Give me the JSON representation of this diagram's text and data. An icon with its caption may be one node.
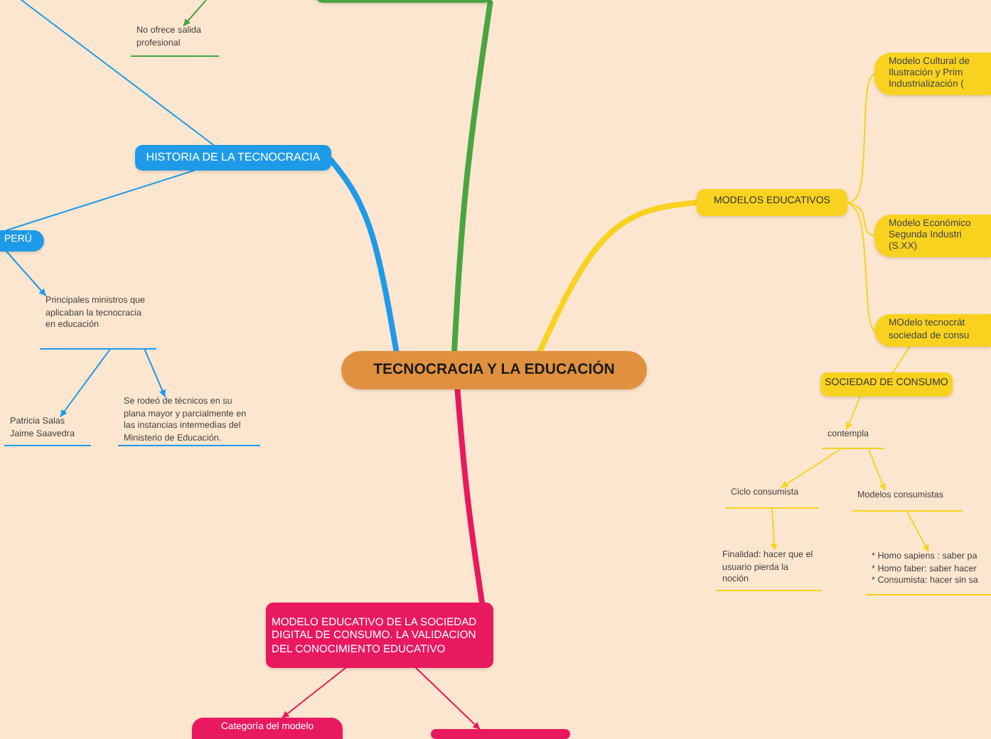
{
  "diagram": {
    "nodes": [
      {
        "text": [
          "TECNOCRACIA Y LA EDUCACIÓN"
        ]
      },
      {
        "text": [],
        "shape": "box"
      },
      {
        "text": [
          "No ofrece salida profesional"
        ]
      },
      {
        "text": [
          "HISTORIA DE LA TECNOCRACIA"
        ]
      },
      {
        "text": [
          "PERÚ"
        ]
      },
      {
        "text": [
          "Principales ministros que aplicaban la tecnocracia en educación"
        ]
      },
      {
        "text": [
          "Patricia Salas Jaime Saavedra"
        ]
      },
      {
        "text": [
          "Se rodeó de técnicos en su plana mayor y parcialmente en las instancias intermedias del Ministerio de Educación."
        ]
      },
      {
        "text": [
          "MODELOS EDUCATIVOS"
        ]
      },
      {
        "text": [
          "Modelo Cultural de Ilustración y Prim Industrialización ("
        ]
      },
      {
        "text": [
          "Modelo Económico Segunda Industri (S.XX)"
        ]
      },
      {
        "text": [
          "MOdelo tecnocrát sociedad de consu"
        ]
      },
      {
        "text": [
          "SOCIEDAD DE CONSUMO"
        ]
      },
      {
        "text": [
          "contempla"
        ]
      },
      {
        "text": [
          "Ciclo consumista"
        ]
      },
      {
        "text": [
          "Modelos consumistas"
        ]
      },
      {
        "text": [
          "Finalidad: hacer que el usuario pierda la noción"
        ]
      },
      {
        "text": [
          "* Homo sapiens : saber pa",
          "* Homo faber: saber hacer",
          "* Consumista: hacer sin sa"
        ]
      },
      {
        "text": [
          "MODELO EDUCATIVO DE LA SOCIEDAD DIGITAL DE CONSUMO. LA VALIDACION DEL CONOCIMIENTO EDUCATIVO"
        ]
      },
      {
        "text": [
          "Categoría del modelo"
        ]
      },
      {
        "text": [],
        "shape": "box"
      }
    ],
    "edges": [
      {
        "from": 0,
        "to": 1,
        "arrow": "none",
        "style": "thick",
        "color": "#4aa541"
      },
      {
        "from": null,
        "to": 2,
        "arrow": "to",
        "color": "#4aa541"
      },
      {
        "from": null,
        "to": 3,
        "arrow": "none",
        "color": "#1e9be8"
      },
      {
        "from": 0,
        "to": 3,
        "arrow": "none",
        "style": "thick",
        "color": "#1e9be8"
      },
      {
        "from": 3,
        "to": 4,
        "arrow": "none",
        "color": "#1e9be8"
      },
      {
        "from": 4,
        "to": 5,
        "arrow": "to",
        "color": "#1e9be8"
      },
      {
        "from": 5,
        "to": 6,
        "arrow": "to",
        "color": "#1e9be8"
      },
      {
        "from": 5,
        "to": 7,
        "arrow": "to",
        "color": "#1e9be8"
      },
      {
        "from": 0,
        "to": 8,
        "arrow": "none",
        "style": "thick"
      },
      {
        "from": 8,
        "to": 9,
        "arrow": "none"
      },
      {
        "from": 8,
        "to": 10,
        "arrow": "none"
      },
      {
        "from": 8,
        "to": 11,
        "arrow": "none"
      },
      {
        "from": 11,
        "to": 12,
        "arrow": "none"
      },
      {
        "from": 12,
        "to": 13,
        "arrow": "to"
      },
      {
        "from": 13,
        "to": 14,
        "arrow": "to"
      },
      {
        "from": 13,
        "to": 15,
        "arrow": "to"
      },
      {
        "from": 14,
        "to": 16,
        "arrow": "to"
      },
      {
        "from": 15,
        "to": 17,
        "arrow": "to"
      },
      {
        "from": 0,
        "to": 18,
        "arrow": "none",
        "style": "thick",
        "color": "#e8195e"
      },
      {
        "from": 18,
        "to": 19,
        "arrow": "to",
        "color": "#e8195e"
      },
      {
        "from": 18,
        "to": 20,
        "arrow": "to",
        "color": "#e8195e"
      }
    ]
  }
}
